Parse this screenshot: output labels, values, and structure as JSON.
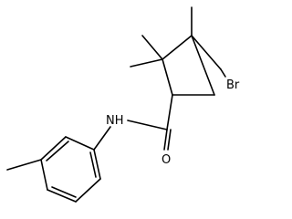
{
  "structure": {
    "atoms": {
      "bromine": "Br",
      "amide_nitrogen": "NH",
      "carbonyl_oxygen": "O"
    },
    "colors": {
      "bond": "#000000",
      "text": "#000000",
      "background": "#ffffff"
    }
  }
}
